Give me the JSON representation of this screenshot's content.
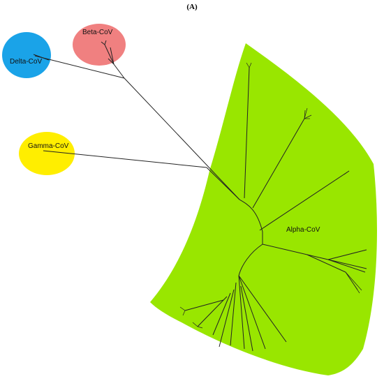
{
  "figure": {
    "panel_label": "(A)"
  },
  "clades": [
    {
      "id": "delta",
      "label": "Delta-CoV",
      "color": "#1aa3e8"
    },
    {
      "id": "beta",
      "label": "Beta-CoV",
      "color": "#f08080"
    },
    {
      "id": "gamma",
      "label": "Gamma-CoV",
      "color": "#ffee00"
    },
    {
      "id": "alpha",
      "label": "Alpha-CoV",
      "color": "#99e600"
    }
  ]
}
